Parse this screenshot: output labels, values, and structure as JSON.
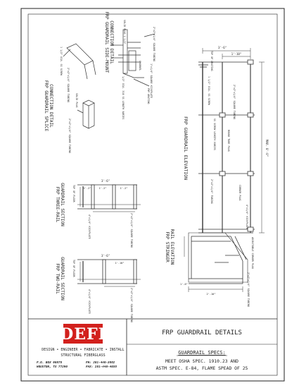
{
  "drawing": {
    "views": {
      "side_mount": {
        "title_line1": "FRP GUARDRAIL SIDE-MOUNT",
        "title_line2": "CONNECTION DETAIL",
        "labels": [
          "2\"x2\"x1/4\" SQUARE TUBING",
          "SOLID PLUG 1 1/2\"",
          "CHANNEL",
          "1\"x1/4\" SQUARE KICKPLATE",
          "FRP GRATING",
          "1/2\" DIA. 316 SS LENGTH VARIES"
        ]
      },
      "splice": {
        "title_line1": "FRP GUARDRAIL SPLICE",
        "title_line2": "CONNECTION DETAIL",
        "labels": [
          "1 1/2\" DIA. SS SCREW",
          "2\"x2\"x1/4\" SQUARE TUBING",
          "SOLID PLUG",
          "2\"x2\"x1/4\" SQUARE TUBING"
        ]
      },
      "elevation": {
        "title": "FRP GUARDRAIL ELEVATION",
        "dims": [
          "3'-6\"",
          "1'-10\"",
          "MAX. 8'-0\""
        ],
        "labels": [
          "TOP OF GRATING",
          "1 1/2\" DIA. SS SCREW",
          "2\"x2\"x1/4\" SQUARE TUBING",
          "ROUND TUBE PLUG",
          "SS SCREW LENGTH VARIES",
          "CORNER PLUG",
          "2\"x2\"x1/4\" TUBING",
          "4\"x1/4\" KICKPLATE"
        ]
      },
      "three_rail": {
        "title_line1": "FRP THREE-RAIL",
        "title_line2": "GUARDRAIL SECTION",
        "dims": [
          "3'-6\"",
          "1'-2\"",
          "1'-2\"",
          "1'-2\""
        ],
        "labels": [
          "TOP OF FLOOR",
          "2\"x2\"x1/4\" SQUARE TUBING",
          "4\"x1/4\" KICKPLATE"
        ]
      },
      "two_rail": {
        "title_line1": "FRP TWO-RAIL",
        "title_line2": "GUARDRAIL SECTION",
        "dims": [
          "3'-6\"",
          "1'-10\""
        ],
        "labels": [
          "TOP OF FLOOR",
          "2\"x2\"x1/4\" SQUARE TUBING",
          "4\"x1/4\" KICKPLATE"
        ]
      },
      "stringer": {
        "title_line1": "FRP STRINGER",
        "title_line2": "RAIL ELEVATION",
        "dims": [
          "1'-6\"",
          "2'-10\""
        ],
        "labels": [
          "ADJUSTABLE CORNER PLUG",
          "2\"x2\"x1/4\" SQUARE TUBING"
        ]
      }
    }
  },
  "title_block": {
    "logo": "DEFI",
    "tagline": "DESIGN • ENGINEER • FABRICATE • INSTALL",
    "tagline2": "STRUCTURAL FIBERGLASS",
    "address_line1": "P.O. BOX 90575",
    "address_line2": "HOUSTON, TX 77290",
    "phone": "PH: 281-440-3662",
    "fax": "FAX: 281-440-4036",
    "sheet_title": "FRP GUARDRAIL DETAILS",
    "specs_heading": "GUARDRAIL SPECS:",
    "spec_line1": "MEET OSHA SPEC. 1910.23 AND",
    "spec_line2": "ASTM SPEC. E-84, FLAME SPEAD OF 25"
  },
  "colors": {
    "logo_red": "#d2201c",
    "ink": "#222222"
  }
}
